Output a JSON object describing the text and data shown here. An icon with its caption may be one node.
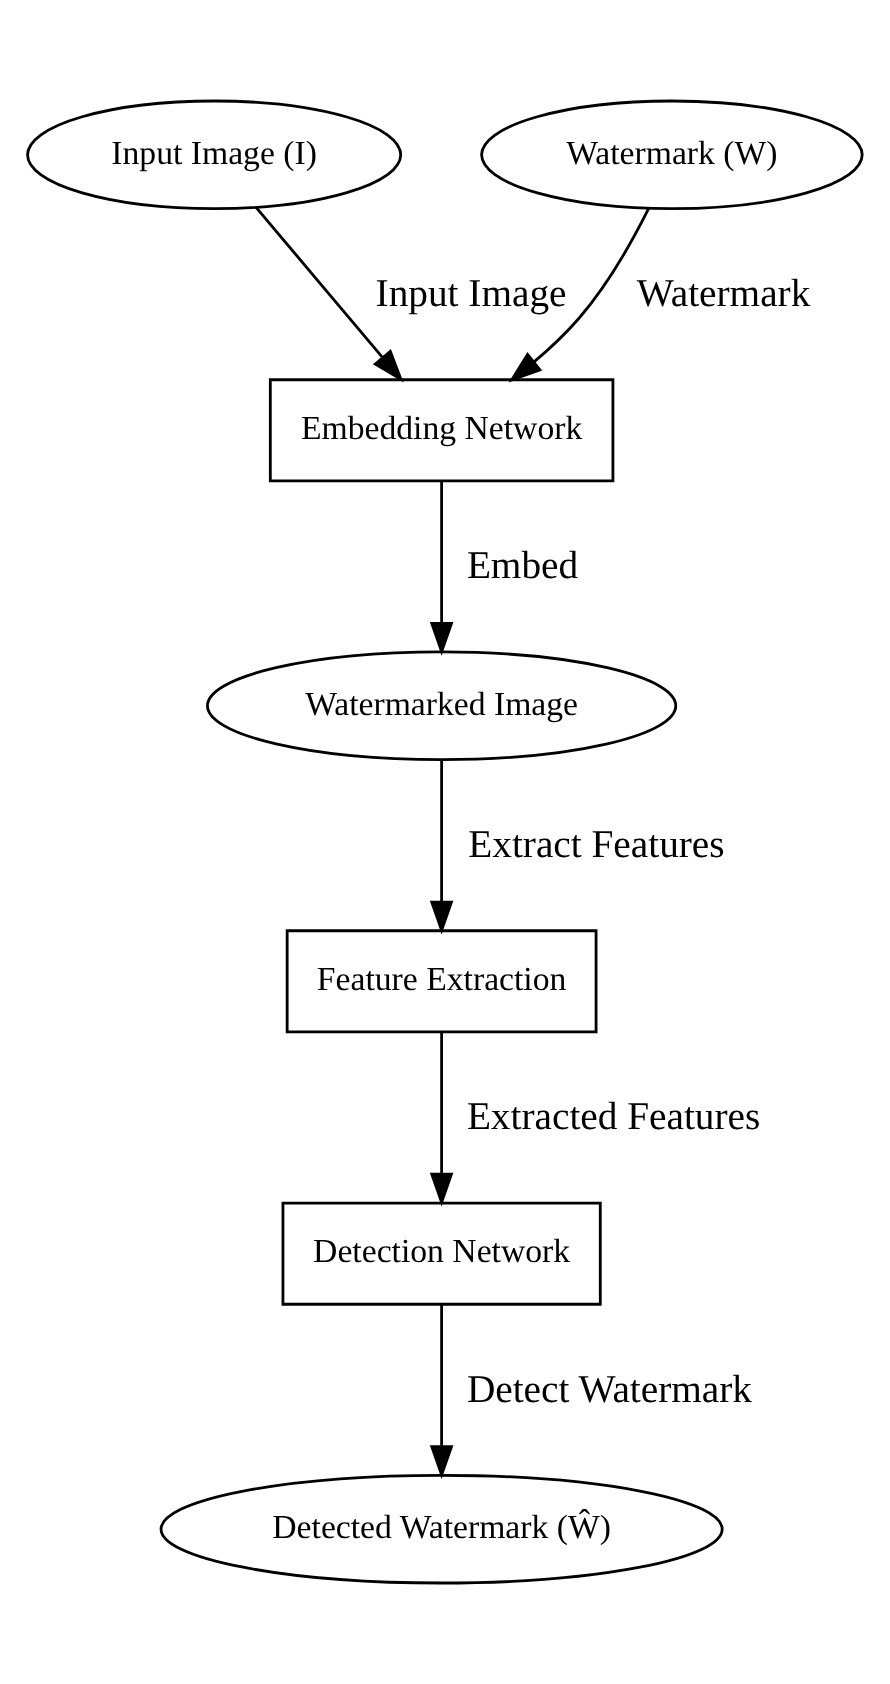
{
  "diagram": {
    "nodes": [
      {
        "text": [
          "Input Image (I)"
        ]
      },
      {
        "text": [
          "Watermark (W)"
        ]
      },
      {
        "text": [
          "Embedding Network"
        ]
      },
      {
        "text": [
          "Watermarked Image"
        ]
      },
      {
        "text": [
          "Feature Extraction"
        ]
      },
      {
        "text": [
          "Detection Network"
        ]
      },
      {
        "text": [
          "Detected Watermark (Ŵ)"
        ]
      }
    ],
    "edges": [
      {
        "from": 0,
        "to": 2,
        "arrow": "to",
        "label": "Input Image"
      },
      {
        "from": 1,
        "to": 2,
        "arrow": "to",
        "label": "Watermark"
      },
      {
        "from": 2,
        "to": 3,
        "arrow": "to",
        "label": "Embed"
      },
      {
        "from": 3,
        "to": 4,
        "arrow": "to",
        "label": "Extract Features"
      },
      {
        "from": 4,
        "to": 5,
        "arrow": "to",
        "label": "Extracted Features"
      },
      {
        "from": 5,
        "to": 6,
        "arrow": "to",
        "label": "Detect Watermark"
      }
    ]
  }
}
